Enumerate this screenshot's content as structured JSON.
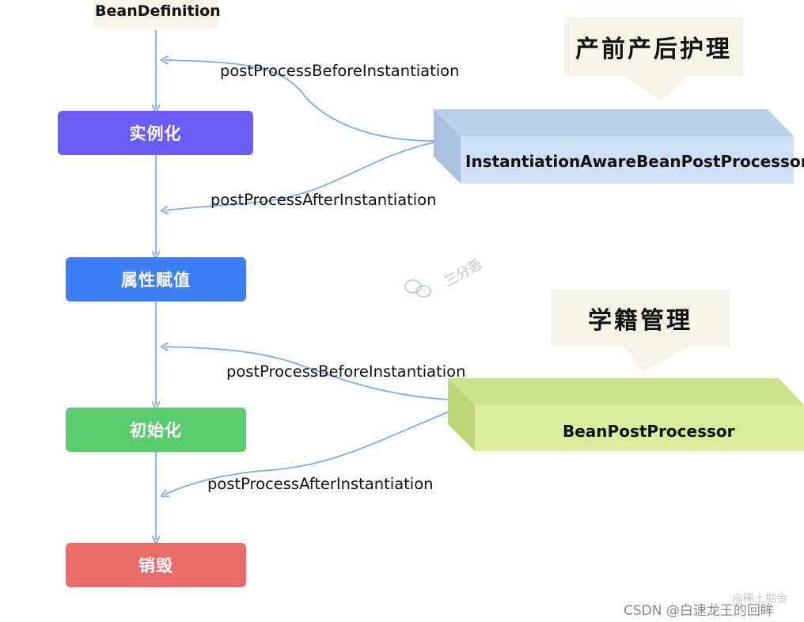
{
  "start_node": "BeanDefinition",
  "steps": [
    {
      "label": "实例化",
      "color": "#6b5cf5"
    },
    {
      "label": "属性赋值",
      "color": "#3f7ff6"
    },
    {
      "label": "初始化",
      "color": "#5bcb6f"
    },
    {
      "label": "销毁",
      "color": "#ea6b68"
    }
  ],
  "group1": {
    "before": "postProcessBeforeInstantiation",
    "after": "postProcessAfterInstantiation",
    "processor": "InstantiationAwareBeanPostProcessor",
    "callout": "产前产后护理"
  },
  "group2": {
    "before": "postProcessBeforeInstantiation",
    "after": "postProcessAfterInstantiation",
    "processor": "BeanPostProcessor",
    "callout": "学籍管理"
  },
  "watermark": "三分恶",
  "footer": {
    "csdn": "CSDN @白速龙王的回眸",
    "juejin": "@稀土掘金"
  },
  "colors": {
    "arrow": "#7aaeea",
    "block1_face": "#cfe0f6",
    "block1_top": "#b8cde9",
    "block1_side": "#a9c0e0",
    "block2_face": "#d9ec9c",
    "block2_top": "#cce28a",
    "block2_side": "#bcd677"
  }
}
